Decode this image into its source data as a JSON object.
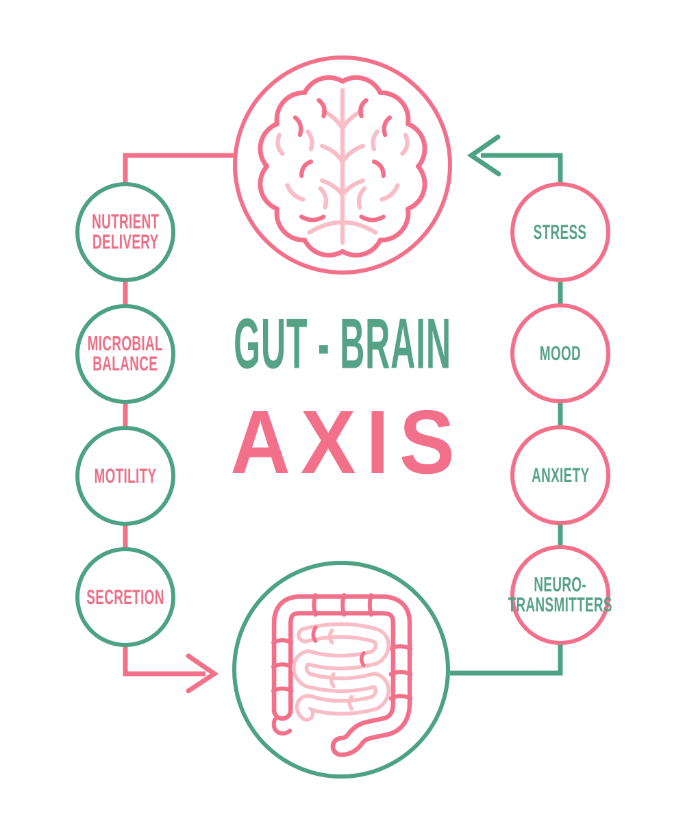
{
  "title": {
    "top": "GUT - BRAIN",
    "bottom": "AXIS"
  },
  "colors": {
    "pink": "#F3708A",
    "pink_light": "#F8BDC7",
    "green": "#4EA284",
    "background": "#FFFFFF"
  },
  "hubs": {
    "top": {
      "id": "brain",
      "icon": "brain-icon",
      "ring_color": "#F3708A"
    },
    "bottom": {
      "id": "gut",
      "icon": "gut-icon",
      "ring_color": "#4EA284"
    }
  },
  "left_column": [
    {
      "id": "nutrient-delivery",
      "lines": [
        "NUTRIENT",
        "DELIVERY"
      ]
    },
    {
      "id": "microbial-balance",
      "lines": [
        "MICROBIAL",
        "BALANCE"
      ]
    },
    {
      "id": "motility",
      "lines": [
        "MOTILITY"
      ]
    },
    {
      "id": "secretion",
      "lines": [
        "SECRETION"
      ]
    }
  ],
  "right_column": [
    {
      "id": "stress",
      "lines": [
        "STRESS"
      ]
    },
    {
      "id": "mood",
      "lines": [
        "MOOD"
      ]
    },
    {
      "id": "anxiety",
      "lines": [
        "ANXIETY"
      ]
    },
    {
      "id": "neurotransmitters",
      "lines": [
        "NEURO-",
        "TRANSMITTERS"
      ]
    }
  ],
  "pathways": [
    {
      "from": "brain",
      "to": "gut",
      "side": "left",
      "color": "#F3708A",
      "arrow_into": "gut"
    },
    {
      "from": "gut",
      "to": "brain",
      "side": "right",
      "color": "#4EA284",
      "arrow_into": "brain"
    }
  ]
}
